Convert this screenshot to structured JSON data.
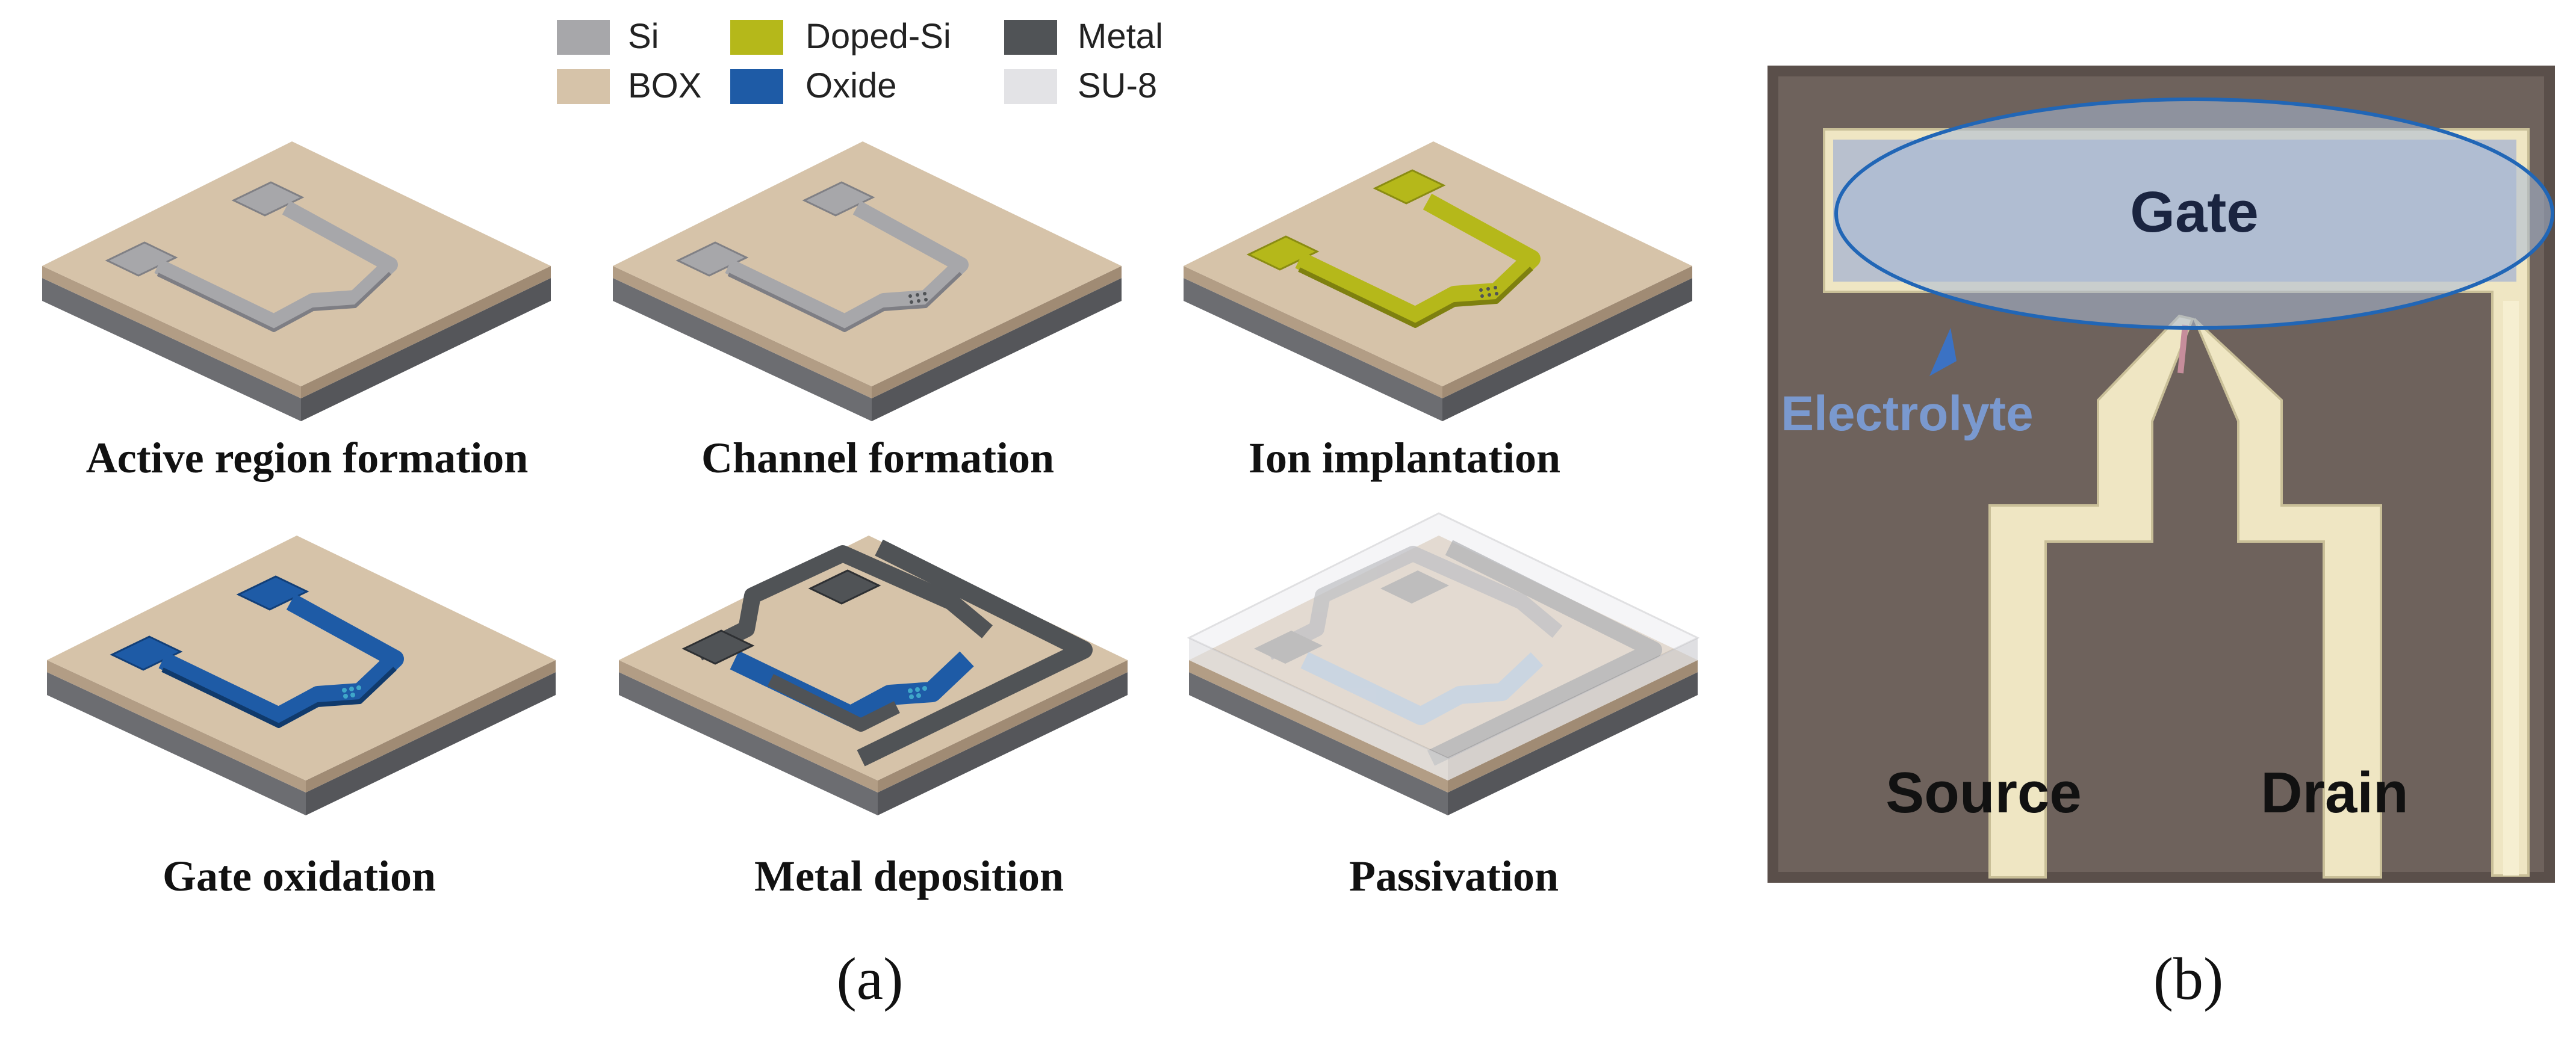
{
  "legend": [
    {
      "label": "Si",
      "color": "#a7a7aa"
    },
    {
      "label": "Doped-Si",
      "color": "#b5b81a"
    },
    {
      "label": "Metal",
      "color": "#505356"
    },
    {
      "label": "BOX",
      "color": "#d6c3a9"
    },
    {
      "label": "Oxide",
      "color": "#1e5ba6"
    },
    {
      "label": "SU-8",
      "color": "#e3e3e6"
    }
  ],
  "panel_a": {
    "steps": [
      {
        "label": "Active region formation"
      },
      {
        "label": "Channel formation"
      },
      {
        "label": "Ion implantation"
      },
      {
        "label": "Gate oxidation"
      },
      {
        "label": "Metal deposition"
      },
      {
        "label": "Passivation"
      }
    ],
    "caption": "(a)"
  },
  "panel_b": {
    "gate_label": "Gate",
    "electrolyte_label": "Electrolyte",
    "source_label": "Source",
    "drain_label": "Drain",
    "caption": "(b)"
  },
  "colors": {
    "substrate_top": "#d6c3a9",
    "substrate_side": "#b29d85",
    "base_side_left": "#6c6d71",
    "base_side_right": "#55565a",
    "micrograph_bg": "#6e625c",
    "electrode": "#efe6c3",
    "electrolyte_fill": "#a9b9d6",
    "electrolyte_stroke": "#2166b6",
    "electrolyte_text": "#7a99cf"
  }
}
